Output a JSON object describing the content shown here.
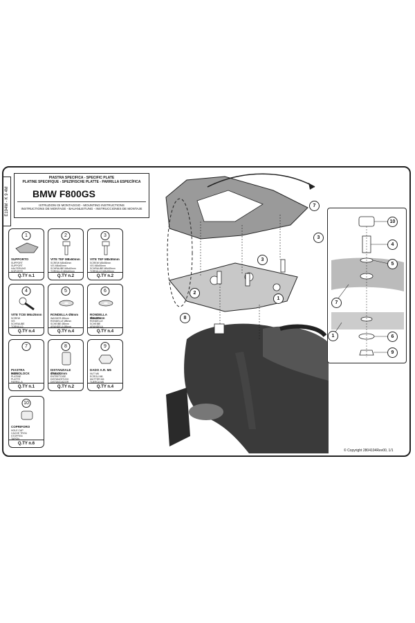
{
  "sheet": {
    "side_code": "E194M - K 9 4M",
    "title_line1": "PIASTRA SPECIFICA - SPECIFIC PLATE",
    "title_line2": "PLATINE SPECIFIQUE - SPEZIFISCHE PLATTE - PARRILLA ESPECÍFICA",
    "model": "BMW F800GS",
    "instr_line1": "ISTRUZIONI DI MONTAGGIO - MOUNTING INSTRUCTIONS",
    "instr_line2": "INSTRUCTIONS DE MONTAGE - BAUANLEITUNG - INSTRUCCIONES DE MONTAJE",
    "copyright": "© Copyright 2804104Rev00, 1/1"
  },
  "parts": [
    {
      "num": "1",
      "name": "SUPPORTO",
      "desc": "SUPPORT\nSUPPORT\nHALTERUNG\nSOPORTE",
      "qty": "Q.TY n.1",
      "icon": "plate-icon"
    },
    {
      "num": "2",
      "name": "VITE TEF M8x60mm",
      "desc": "SCREW M8x60mm\nVIS M8x60mm\nSCHRAUBE M8x60mm\nTORNILLO M8x60mm",
      "qty": "Q.TY n.2",
      "icon": "bolt-icon"
    },
    {
      "num": "3",
      "name": "VITE TEF M8x55mm",
      "desc": "SCREW M8x55mm\nVIS M8x55mm\nSCHRAUBE M8x55mm\nTORNILLO M8x55mm",
      "qty": "Q.TY n.2",
      "icon": "bolt-icon"
    },
    {
      "num": "4",
      "name": "VITE TCEI M6x25mm",
      "desc": "SCREW\nVIS\nSCHRAUBE\nTORNILLO",
      "qty": "Q.TY n.4",
      "icon": "allen-screw-icon"
    },
    {
      "num": "5",
      "name": "RONDELLA Ø8mm",
      "desc": "WASHER Ø8mm\nRONDELLE Ø8mm\nSCHEIBE Ø8mm\nARANDELA Ø8mm",
      "qty": "Q.TY n.4",
      "icon": "washer-icon"
    },
    {
      "num": "6",
      "name": "RONDELLA Ø6x20mm",
      "desc": "WASHER\nRONDELLE\nSCHEIBE\nARANDELA",
      "qty": "Q.TY n.4",
      "icon": "washer-icon"
    },
    {
      "num": "7",
      "name": "PIASTRA MONOLOCK",
      "desc": "PLATE\nPLATINE\nPLATTE\nPARRILLA",
      "qty": "Q.TY n.1",
      "icon": "blank-icon"
    },
    {
      "num": "8",
      "name": "DISTANZIALE Ø16x22mm",
      "desc": "SPACER\nENTRETOISE\nDISTANZSTÜCK\nDISTANCIADOR",
      "qty": "Q.TY n.2",
      "icon": "spacer-icon"
    },
    {
      "num": "9",
      "name": "DADO A.R. M6",
      "desc": "NUT M6\nECROU M6\nMUTTER M6\nTUERCA M6",
      "qty": "Q.TY n.4",
      "icon": "nut-icon"
    },
    {
      "num": "10",
      "name": "COPRIFORO",
      "desc": "HOLE CAP\nCACHE TROU\nSTOPFEN\nTAPON",
      "qty": "Q.TY n.6",
      "icon": "cap-icon"
    }
  ],
  "callouts": {
    "c7": "7",
    "c2a": "2",
    "c3a": "3",
    "c3b": "3",
    "c1": "1",
    "c8": "8",
    "i10": "10",
    "i4": "4",
    "i5": "5",
    "i7": "7",
    "i1": "1",
    "i6": "6",
    "i9": "9"
  },
  "colors": {
    "line": "#222222",
    "shade": "#9a9a9a",
    "dark": "#3a3a3a",
    "plate": "#c8c8c8"
  }
}
